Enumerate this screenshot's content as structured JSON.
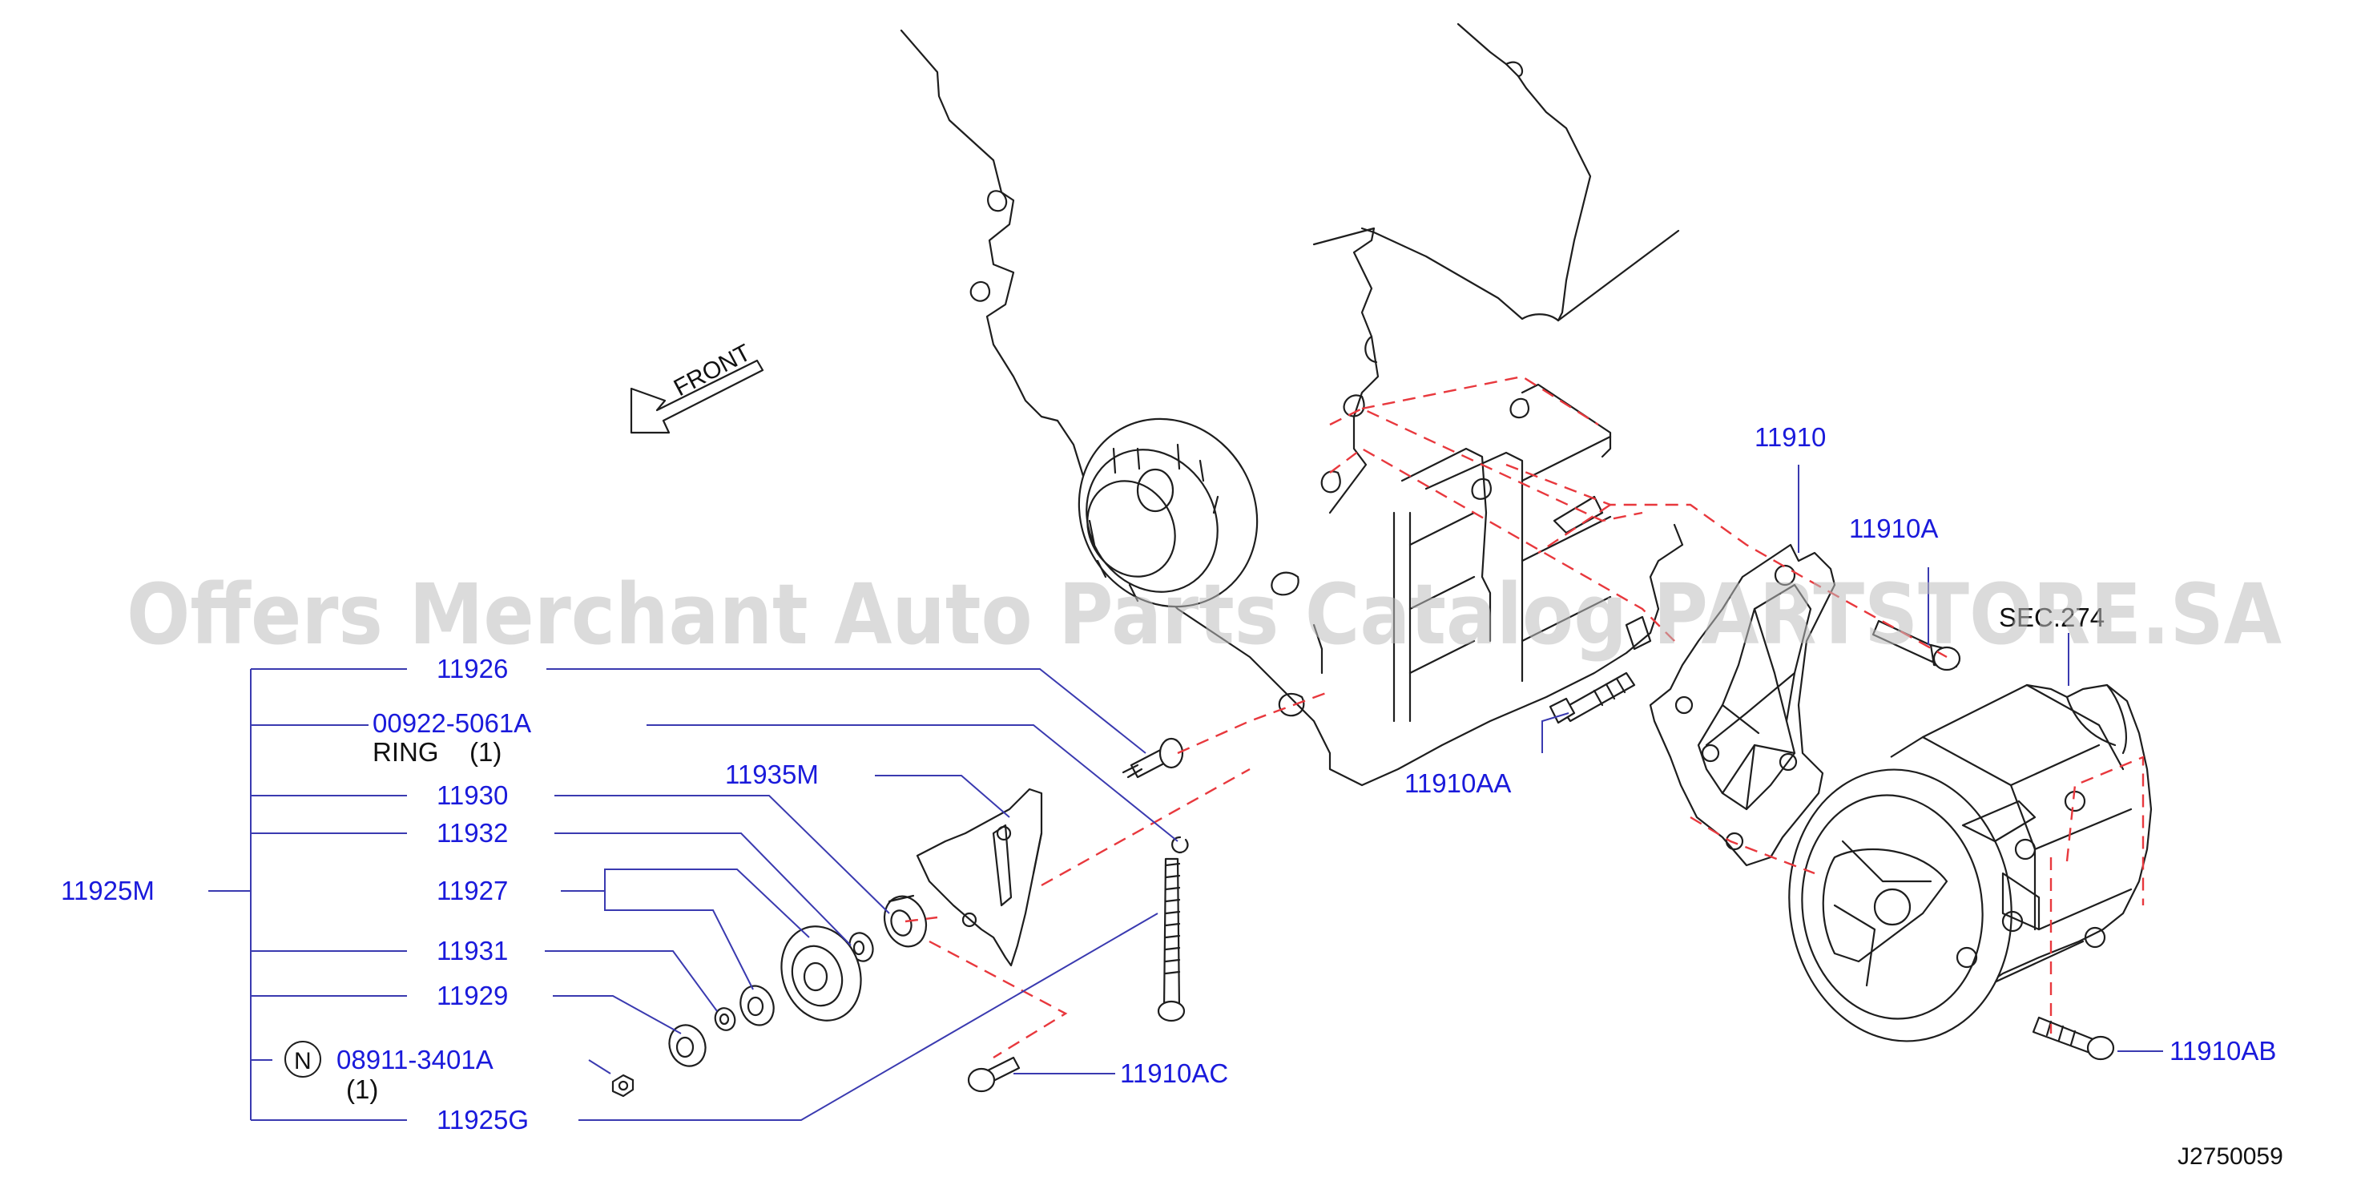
{
  "direction_label": "FRONT",
  "watermark": "Offers Merchant Auto Parts Catalog PARTSTORE.SA",
  "section_ref": "SEC.274",
  "diagram_id": "J2750059",
  "callouts": {
    "p11910": "11910",
    "p11910A": "11910A",
    "p11910AA": "11910AA",
    "p11910AB": "11910AB",
    "p11910AC": "11910AC",
    "p11935M": "11935M",
    "p11925M": "11925M"
  },
  "kit_parts": {
    "p11926": "11926",
    "p00922": "00922-5061A",
    "ring_note": "RING",
    "ring_qty": "(1)",
    "p11930": "11930",
    "p11932": "11932",
    "p11927": "11927",
    "p11931": "11931",
    "p11929": "11929",
    "n_badge": "N",
    "p08911": "08911-3401A",
    "p08911_qty": "(1)",
    "p11925G": "11925G"
  }
}
